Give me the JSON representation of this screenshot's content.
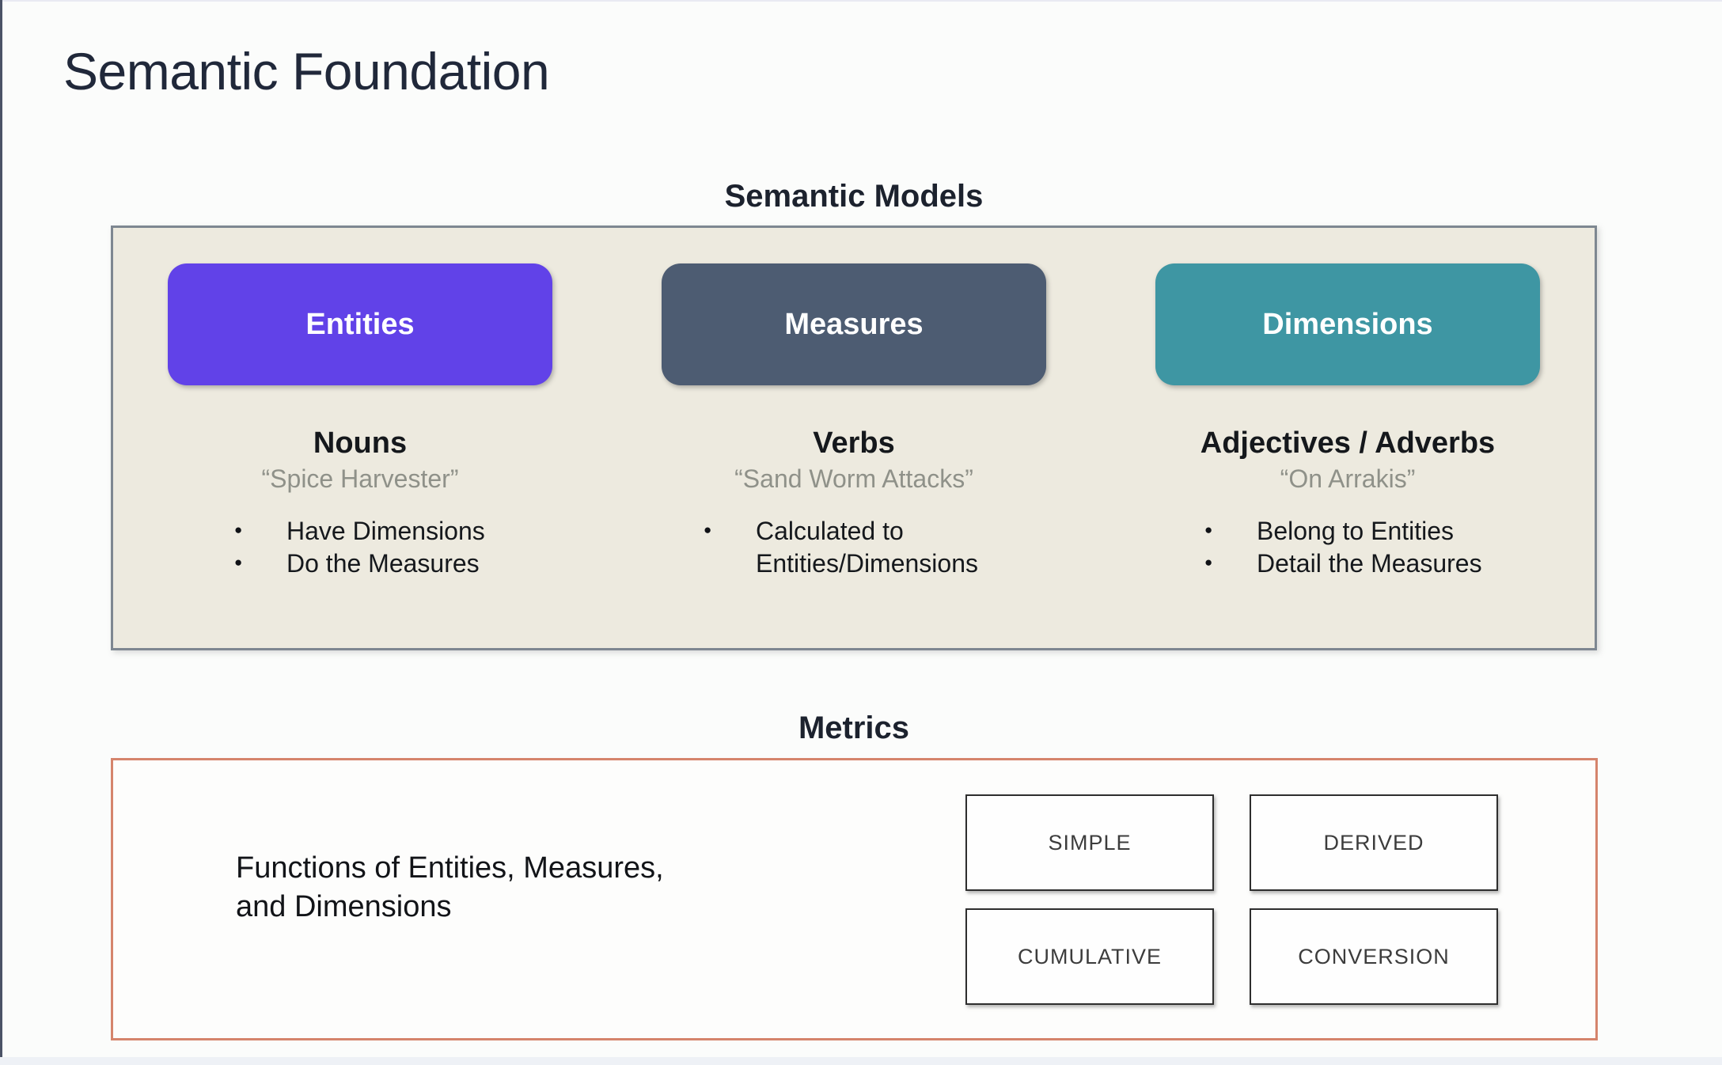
{
  "slide": {
    "title": "Semantic Foundation"
  },
  "semantic_models": {
    "heading": "Semantic Models",
    "columns": [
      {
        "pill_label": "Entities",
        "pill_color": "#6142e8",
        "role": "Nouns",
        "example": "“Spice Harvester”",
        "bullets": [
          "Have Dimensions",
          "Do the Measures"
        ]
      },
      {
        "pill_label": "Measures",
        "pill_color": "#4d5c72",
        "role": "Verbs",
        "example": "“Sand Worm Attacks”",
        "bullets": [
          "Calculated to Entities/Dimensions"
        ]
      },
      {
        "pill_label": "Dimensions",
        "pill_color": "#3e96a3",
        "role": "Adjectives / Adverbs",
        "example": "“On Arrakis”",
        "bullets": [
          "Belong to Entities",
          "Detail the Measures"
        ]
      }
    ]
  },
  "metrics": {
    "heading": "Metrics",
    "description": "Functions of Entities, Measures, and Dimensions",
    "types": [
      "SIMPLE",
      "DERIVED",
      "CUMULATIVE",
      "CONVERSION"
    ]
  },
  "colors": {
    "entities_pill": "#6142e8",
    "measures_pill": "#4d5c72",
    "dimensions_pill": "#3e96a3",
    "panel_background": "#edeadf",
    "panel_border": "#7e8791",
    "metrics_border": "#d5846c"
  }
}
